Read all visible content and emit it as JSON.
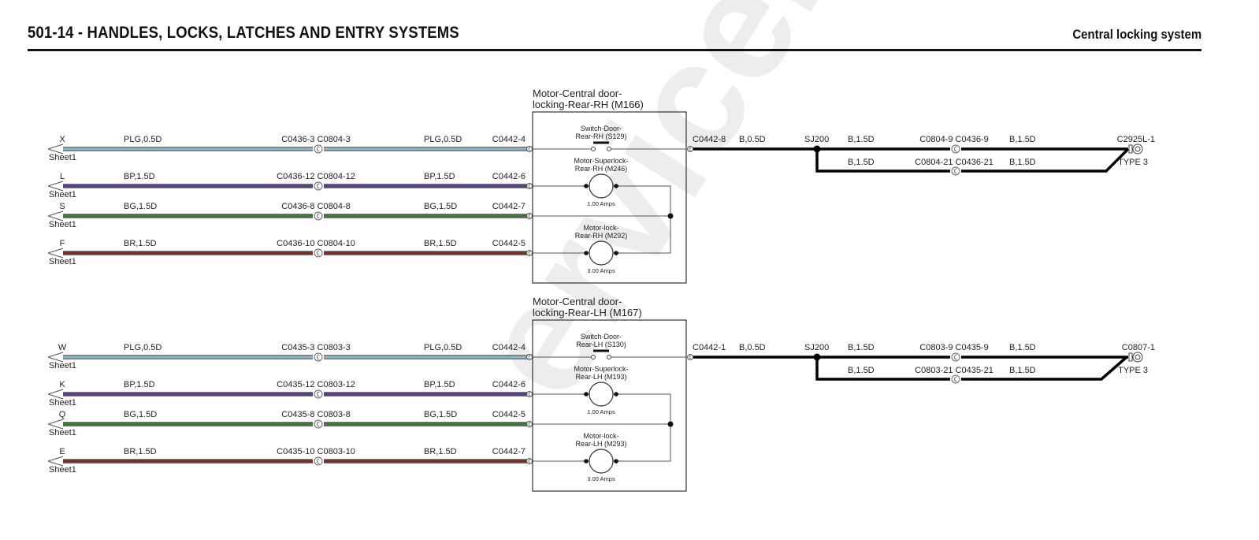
{
  "header": {
    "title": "501-14 - HANDLES, LOCKS, LATCHES AND ENTRY SYSTEMS",
    "section": "Central locking system"
  },
  "watermark": "ervice.ru",
  "colors": {
    "PLG": "#8fb3c9",
    "BP": "#5b3f8c",
    "BG": "#3f7a38",
    "BR": "#7a3028",
    "B": "#000000"
  },
  "blocks": [
    {
      "component": {
        "title_line1": "Motor-Central door-",
        "title_line2": "locking-Rear-RH (M166)",
        "switch_line1": "Switch-Door-",
        "switch_line2": "Rear-RH (S129)",
        "superlock_line1": "Motor-Superlock-",
        "superlock_line2": "Rear-RH (M246)",
        "superlock_amps": "1.00 Amps",
        "lock_line1": "Motor-lock-",
        "lock_line2": "Rear-RH (M292)",
        "lock_amps": "3.00 Amps"
      },
      "wires": [
        {
          "letter": "X",
          "sheet": "Sheet1",
          "wire_a": "PLG,0.5D",
          "inline": "C0436-3 C0804-3",
          "wire_b": "PLG,0.5D",
          "pin": "C0442-4",
          "color": "PLG"
        },
        {
          "letter": "L",
          "sheet": "Sheet1",
          "wire_a": "BP,1.5D",
          "inline": "C0436-12 C0804-12",
          "wire_b": "BP,1.5D",
          "pin": "C0442-6",
          "color": "BP"
        },
        {
          "letter": "S",
          "sheet": "Sheet1",
          "wire_a": "BG,1.5D",
          "inline": "C0436-8 C0804-8",
          "wire_b": "BG,1.5D",
          "pin": "C0442-7",
          "color": "BG"
        },
        {
          "letter": "F",
          "sheet": "Sheet1",
          "wire_a": "BR,1.5D",
          "inline": "C0436-10 C0804-10",
          "wire_b": "BR,1.5D",
          "pin": "C0442-5",
          "color": "BR"
        }
      ],
      "right": {
        "out_pin": "C0442-8",
        "out_wire": "B,0.5D",
        "splice": "SJ200",
        "w1": "B,1.5D",
        "c1": "C0804-9 C0436-9",
        "w1b": "B,1.5D",
        "w2": "B,1.5D",
        "c2": "C0804-21 C0436-21",
        "w2b": "B,1.5D",
        "end_conn": "C2925L-1",
        "end_type": "TYPE 3"
      }
    },
    {
      "component": {
        "title_line1": "Motor-Central door-",
        "title_line2": "locking-Rear-LH (M167)",
        "switch_line1": "Switch-Door-",
        "switch_line2": "Rear-LH (S130)",
        "superlock_line1": "Motor-Superlock-",
        "superlock_line2": "Rear-LH (M193)",
        "superlock_amps": "1.00 Amps",
        "lock_line1": "Motor-lock-",
        "lock_line2": "Rear-LH (M293)",
        "lock_amps": "3.00 Amps"
      },
      "wires": [
        {
          "letter": "W",
          "sheet": "Sheet1",
          "wire_a": "PLG,0.5D",
          "inline": "C0435-3 C0803-3",
          "wire_b": "PLG,0.5D",
          "pin": "C0442-4",
          "color": "PLG"
        },
        {
          "letter": "K",
          "sheet": "Sheet1",
          "wire_a": "BP,1.5D",
          "inline": "C0435-12 C0803-12",
          "wire_b": "BP,1.5D",
          "pin": "C0442-6",
          "color": "BP"
        },
        {
          "letter": "Q",
          "sheet": "Sheet1",
          "wire_a": "BG,1.5D",
          "inline": "C0435-8 C0803-8",
          "wire_b": "BG,1.5D",
          "pin": "C0442-5",
          "color": "BG"
        },
        {
          "letter": "E",
          "sheet": "Sheet1",
          "wire_a": "BR,1.5D",
          "inline": "C0435-10 C0803-10",
          "wire_b": "BR,1.5D",
          "pin": "C0442-7",
          "color": "BR"
        }
      ],
      "right": {
        "out_pin": "C0442-1",
        "out_wire": "B,0.5D",
        "splice": "SJ200",
        "w1": "B,1.5D",
        "c1": "C0803-9 C0435-9",
        "w1b": "B,1.5D",
        "w2": "B,1.5D",
        "c2": "C0803-21 C0435-21",
        "w2b": "B,1.5D",
        "end_conn": "C0807-1",
        "end_type": "TYPE 3"
      }
    }
  ]
}
